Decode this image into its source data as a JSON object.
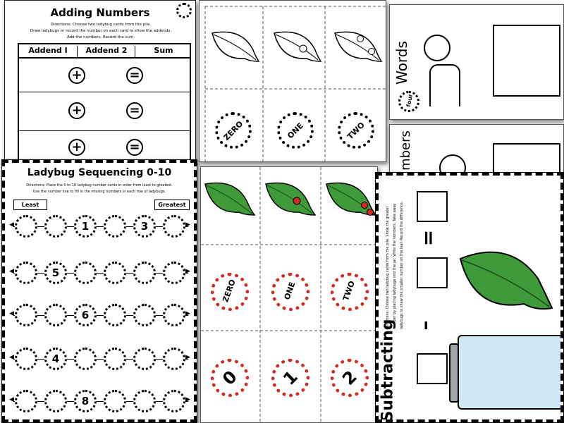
{
  "adding": {
    "title": "Adding Numbers",
    "directions": [
      "Directions: Choose two ladybug cards from the pile.",
      "Draw ladybugs or record the number on each card to show the addends.",
      "Add the numbers. Record the sum."
    ],
    "columns": [
      "Addend I",
      "Addend 2",
      "Sum"
    ],
    "plus_symbol": "+",
    "equals_symbol": "="
  },
  "sequencing": {
    "title": "Ladybug Sequencing 0-10",
    "directions": [
      "Directions: Place the 0 to 10 ladybug number cards in order from least to greatest.",
      "Use the number line to fill in the missing numbers in each row of ladybugs."
    ],
    "least_label": "Least",
    "greatest_label": "Greatest",
    "rows": [
      [
        "",
        "",
        "1",
        "",
        "3",
        ""
      ],
      [
        "",
        "5",
        "",
        "",
        "",
        ""
      ],
      [
        "",
        "",
        "6",
        "",
        "",
        ""
      ],
      [
        "",
        "4",
        "",
        "",
        "",
        ""
      ],
      [
        "",
        "",
        "8",
        "",
        "",
        ""
      ]
    ]
  },
  "cards_bw": {
    "words": [
      "ZERO",
      "ONE",
      "TWO"
    ]
  },
  "cards_color": {
    "words": [
      "ZERO",
      "ONE",
      "TWO"
    ],
    "digits": [
      "0",
      "1",
      "2"
    ]
  },
  "word_pages": {
    "top_word": "Words",
    "ladybug_word": "four",
    "bottom_word": "mbers"
  },
  "subtracting": {
    "title": "Subtracting",
    "directions": [
      "Directions: Choose two ladybug cards from the pile. Show the greater",
      "number by placing ladybugs into the jar. Write the numbers. Take away",
      "ladybugs to show the smaller number on the leaf. Record the difference."
    ],
    "equals_symbol": "=",
    "minus_symbol": "–"
  },
  "colors": {
    "leaf_green": "#3f9a3a",
    "ladybug_red": "#d42a1e",
    "jar_blue": "#cfe8f3"
  }
}
